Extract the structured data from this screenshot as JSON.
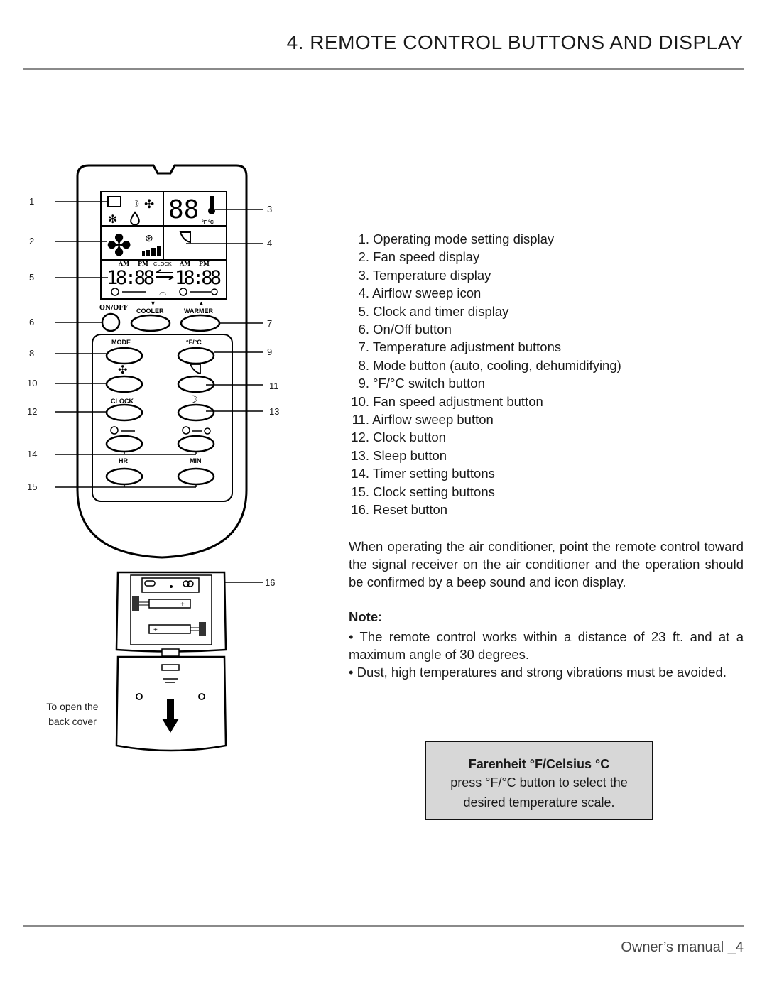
{
  "page_title": "4. REMOTE CONTROL BUTTONS AND DISPLAY",
  "legend": [
    {
      "num": "1.",
      "text": "Operating mode setting display"
    },
    {
      "num": "2.",
      "text": "Fan speed display"
    },
    {
      "num": "3.",
      "text": "Temperature display"
    },
    {
      "num": "4.",
      "text": "Airflow sweep icon"
    },
    {
      "num": "5.",
      "text": "Clock and timer display"
    },
    {
      "num": "6.",
      "text": "On/Off button"
    },
    {
      "num": "7.",
      "text": "Temperature adjustment buttons"
    },
    {
      "num": "8.",
      "text": "Mode button (auto, cooling, dehumidifying)"
    },
    {
      "num": "9.",
      "text": "°F/°C switch button"
    },
    {
      "num": "10.",
      "text": "Fan speed adjustment button"
    },
    {
      "num": "11.",
      "text": "Airflow sweep button"
    },
    {
      "num": "12.",
      "text": "Clock button"
    },
    {
      "num": "13.",
      "text": "Sleep button"
    },
    {
      "num": "14.",
      "text": "Timer setting buttons"
    },
    {
      "num": "15.",
      "text": "Clock setting buttons"
    },
    {
      "num": "16.",
      "text": "Reset button"
    }
  ],
  "operation_text": "When operating the air conditioner, point the remote control toward the signal receiver on the air conditioner and the operation should be confirmed by a beep sound and icon display.",
  "note": {
    "heading": "Note:",
    "bullets": [
      "• The remote control works within a distance of 23 ft. and at a maximum angle of 30 degrees.",
      "• Dust, high temperatures and strong vibrations must be avoided."
    ]
  },
  "info_box": {
    "title": "Farenheit °F/Celsius °C",
    "line1": "press °F/°C button to select the",
    "line2": "desired temperature scale."
  },
  "diagram": {
    "callouts_left": [
      "1",
      "2",
      "5",
      "6",
      "8",
      "10",
      "12",
      "14",
      "15"
    ],
    "callouts_right": [
      "3",
      "4",
      "7",
      "9",
      "11",
      "13",
      "16"
    ],
    "display": {
      "digits": "88",
      "temp_unit": "°F °C",
      "am": "AM",
      "pm": "PM",
      "clock": "CLOCK",
      "time": "18:88"
    },
    "button_labels": {
      "on_off": "ON/OFF",
      "cooler": "COOLER",
      "warmer": "WARMER",
      "mode": "MODE",
      "fc": "°F/°C",
      "clock": "CLOCK",
      "hr": "HR",
      "min": "MIN"
    },
    "caption_line1": "To open the",
    "caption_line2": "back cover"
  },
  "footer": "Owner’s manual _4"
}
